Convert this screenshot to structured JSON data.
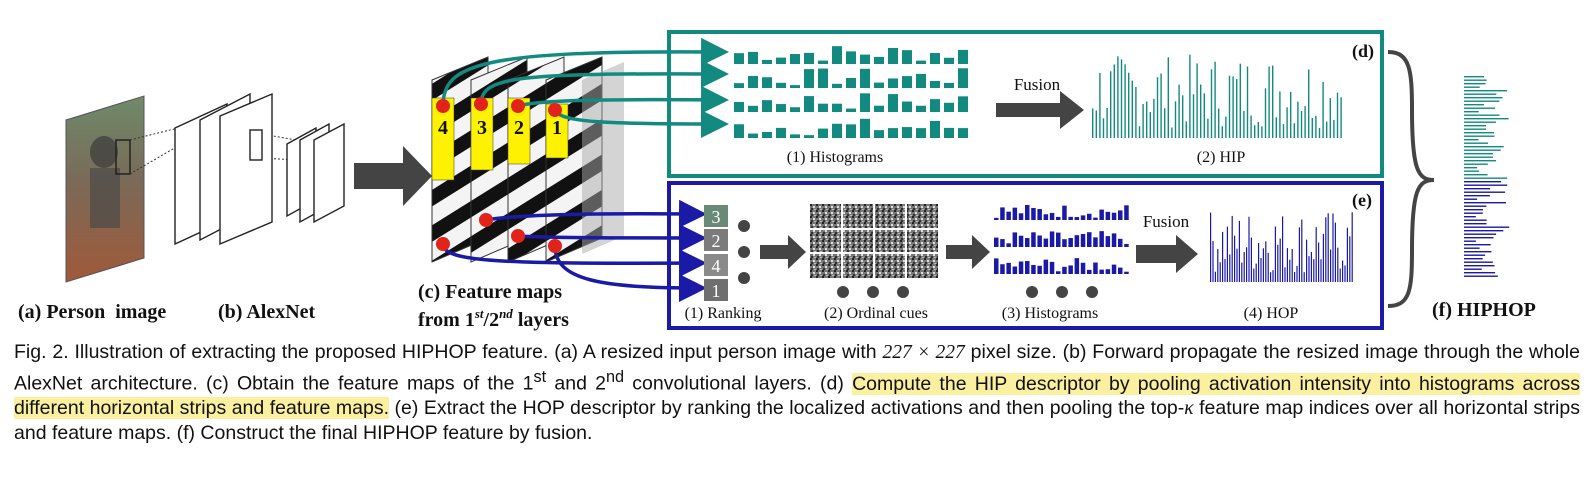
{
  "figure": {
    "labels": {
      "a": "(a) Person  image",
      "b": "(b) AlexNet",
      "c_line1": "(c) Feature maps",
      "c_line2_pre": "from 1",
      "c_sup1": "st",
      "c_mid": "/2",
      "c_sup2": "nd",
      "c_post": " layers",
      "d": "(d)",
      "e": "(e)",
      "f": "(f) HIPHOP"
    },
    "feature_map_numbers": [
      "4",
      "3",
      "2",
      "1"
    ],
    "ranking_numbers": [
      "3",
      "2",
      "4",
      "1"
    ],
    "d_panel": {
      "fusion": "Fusion",
      "histograms": "(1) Histograms",
      "hip": "(2) HIP"
    },
    "e_panel": {
      "fusion": "Fusion",
      "ranking": "(1) Ranking",
      "ordinal": "(2) Ordinal cues",
      "histograms": "(3) Histograms",
      "hop": "(4) HOP"
    },
    "colors": {
      "teal": "#138a80",
      "blue": "#1a1aa6",
      "yellow": "#fff200",
      "red": "#e2231a",
      "arrow": "#444444"
    }
  },
  "caption": {
    "p1": "Fig. 2. Illustration of extracting the proposed HIPHOP feature. (a) A resized input person image with ",
    "m1": "227 × 227",
    "p2": " pixel size. (b) Forward propagate the resized image through the whole AlexNet architecture. (c) Obtain the feature maps of the 1",
    "sup_st": "st",
    "p3": " and 2",
    "sup_nd": "nd",
    "p4": " convolutional layers. (d) ",
    "highlight": "Compute the HIP descriptor by pooling activation intensity into histograms across different horizontal strips and feature maps.",
    "p5": " (e) Extract the HOP descriptor by ranking the localized activations and then pooling the top-",
    "kappa": "κ",
    "p6": " feature map indices over all horizontal strips and feature maps. (f) Construct the final HIPHOP feature by fusion."
  }
}
